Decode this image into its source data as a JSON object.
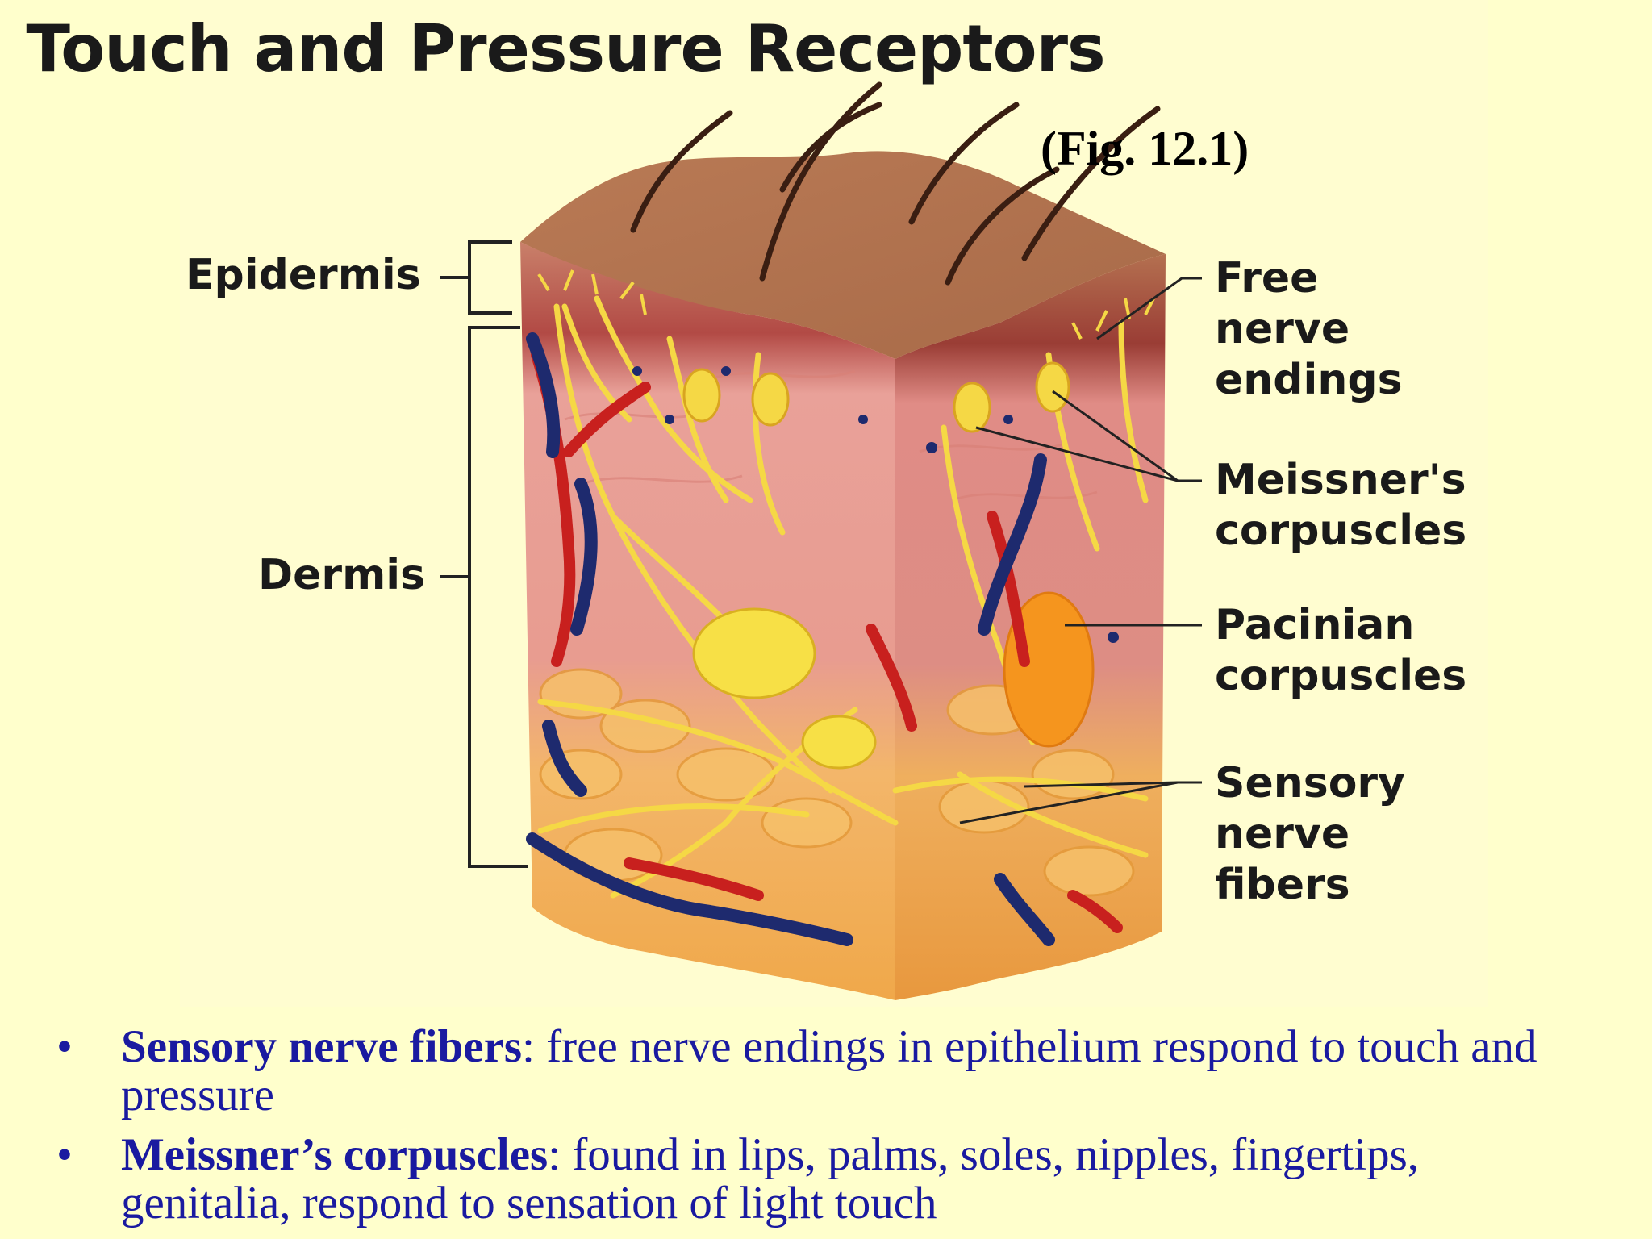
{
  "diagram": {
    "title": "Touch and Pressure Receptors",
    "figure_ref": "(Fig. 12.1)",
    "labels_left": {
      "epidermis": "Epidermis",
      "dermis": "Dermis"
    },
    "labels_right": {
      "free_nerve_endings": "Free\nnerve\nendings",
      "meissners_corpuscles": "Meissner's\ncorpuscles",
      "pacinian_corpuscles": "Pacinian\ncorpuscles",
      "sensory_nerve_fibers": "Sensory\nnerve\nfibers"
    }
  },
  "bullets": [
    {
      "term": "Sensory nerve fibers",
      "sep": ":",
      "text_line1": " free nerve endings in epithelium respond to touch  and",
      "text_line2": "pressure"
    },
    {
      "term": "Meissner’s corpuscles",
      "sep": ":",
      "text_line1": " found in lips, palms, soles, nipples, fingertips,",
      "text_line2": "genitalia, respond to sensation of light touch"
    }
  ],
  "colors": {
    "background": "#FFFFCC",
    "bullet_text": "#1a1aa0",
    "skin_top": "#B5764A",
    "dermis": "#E8958E",
    "fat": "#F2B04A",
    "nerve": "#F5D94A",
    "artery": "#C8201E",
    "vein": "#1E2A6E"
  }
}
